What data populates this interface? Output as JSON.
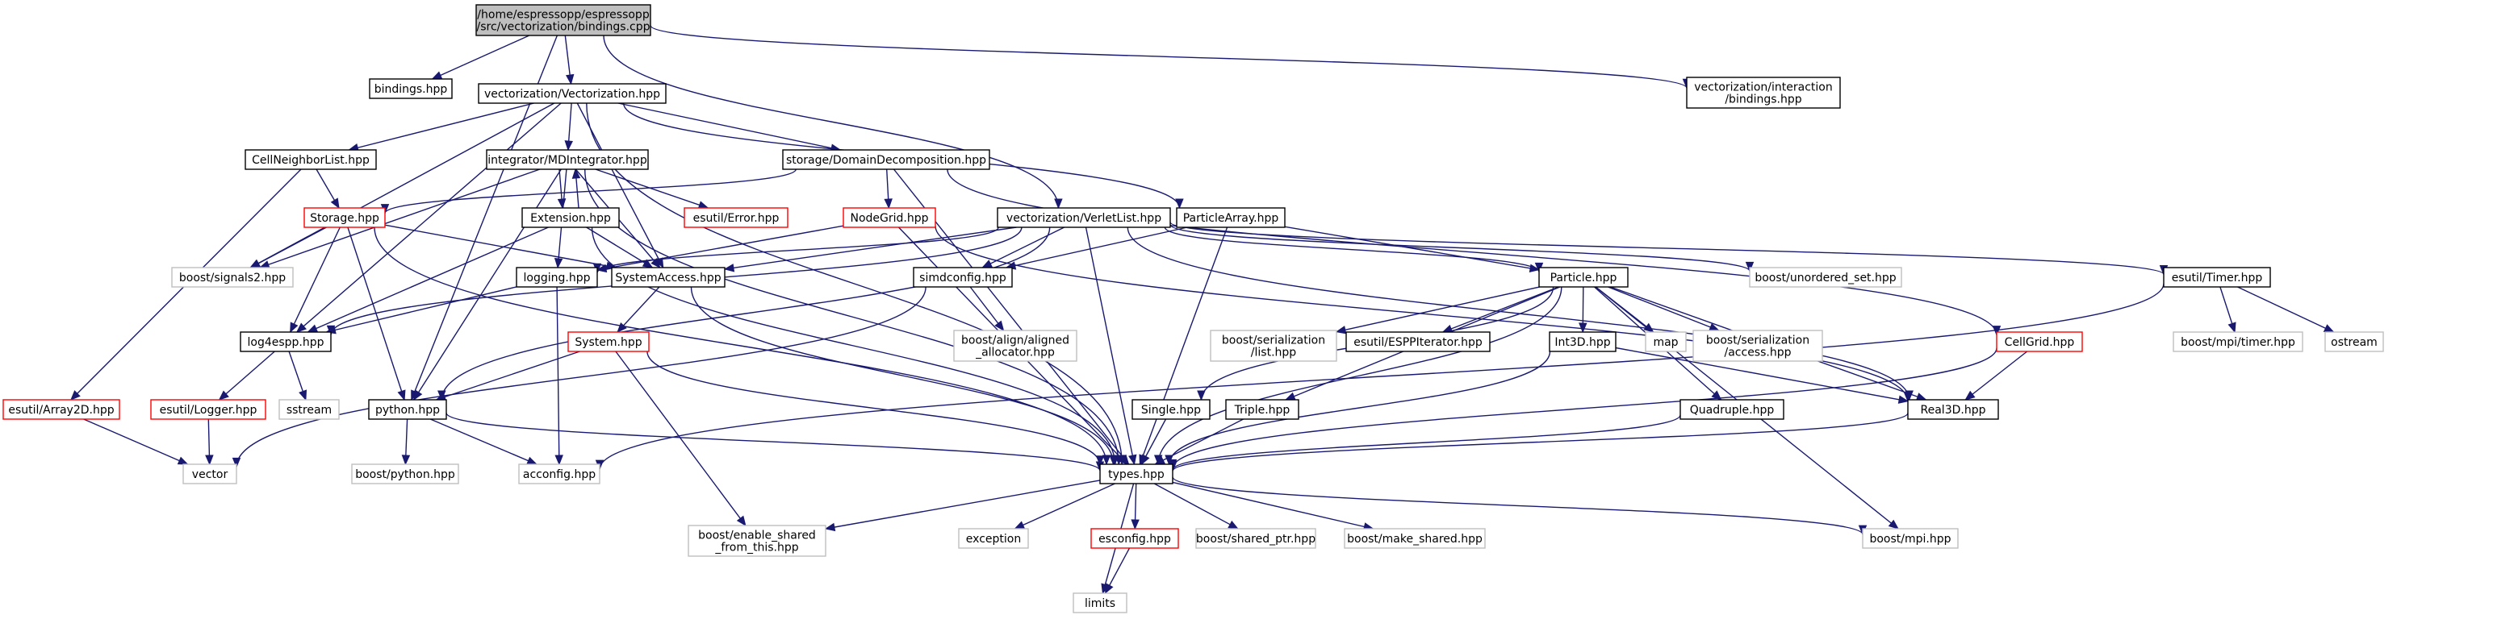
{
  "palette": {
    "root_fill": "#bfbfbf",
    "box_fill": "#ffffff",
    "header_border": "#000000",
    "missing_border": "#bfbfbf",
    "undocumented_border": "#ff0000",
    "edge": "#191970",
    "text": "#000000"
  },
  "nodes": {
    "root": {
      "lines": [
        "/home/espressopp/espressopp",
        "/src/vectorization/bindings.cpp"
      ],
      "style": "root"
    },
    "bindings_hpp": {
      "lines": [
        "bindings.hpp"
      ],
      "style": "header"
    },
    "vectorization_hpp": {
      "lines": [
        "vectorization/Vectorization.hpp"
      ],
      "style": "header"
    },
    "interaction_bindings": {
      "lines": [
        "vectorization/interaction",
        "/bindings.hpp"
      ],
      "style": "header"
    },
    "cellneighborlist": {
      "lines": [
        "CellNeighborList.hpp"
      ],
      "style": "header"
    },
    "mdintegrator": {
      "lines": [
        "integrator/MDIntegrator.hpp"
      ],
      "style": "header"
    },
    "domaindecomposition": {
      "lines": [
        "storage/DomainDecomposition.hpp"
      ],
      "style": "header"
    },
    "storage": {
      "lines": [
        "Storage.hpp"
      ],
      "style": "undocumented"
    },
    "extension": {
      "lines": [
        "Extension.hpp"
      ],
      "style": "header"
    },
    "error": {
      "lines": [
        "esutil/Error.hpp"
      ],
      "style": "undocumented"
    },
    "nodegrid": {
      "lines": [
        "NodeGrid.hpp"
      ],
      "style": "undocumented"
    },
    "verletlist": {
      "lines": [
        "vectorization/VerletList.hpp"
      ],
      "style": "header"
    },
    "particlearray": {
      "lines": [
        "ParticleArray.hpp"
      ],
      "style": "header"
    },
    "signals2": {
      "lines": [
        "boost/signals2.hpp"
      ],
      "style": "missing"
    },
    "logging": {
      "lines": [
        "logging.hpp"
      ],
      "style": "header"
    },
    "systemaccess": {
      "lines": [
        "SystemAccess.hpp"
      ],
      "style": "header"
    },
    "simdconfig": {
      "lines": [
        "simdconfig.hpp"
      ],
      "style": "header"
    },
    "particle": {
      "lines": [
        "Particle.hpp"
      ],
      "style": "header"
    },
    "unordered_set": {
      "lines": [
        "boost/unordered_set.hpp"
      ],
      "style": "missing"
    },
    "timer": {
      "lines": [
        "esutil/Timer.hpp"
      ],
      "style": "header"
    },
    "log4espp": {
      "lines": [
        "log4espp.hpp"
      ],
      "style": "header"
    },
    "system": {
      "lines": [
        "System.hpp"
      ],
      "style": "undocumented"
    },
    "aligned_allocator": {
      "lines": [
        "boost/align/aligned",
        "_allocator.hpp"
      ],
      "style": "missing"
    },
    "serialization_list": {
      "lines": [
        "boost/serialization",
        "/list.hpp"
      ],
      "style": "missing"
    },
    "esppiterator": {
      "lines": [
        "esutil/ESPPIterator.hpp"
      ],
      "style": "header"
    },
    "int3d": {
      "lines": [
        "Int3D.hpp"
      ],
      "style": "header"
    },
    "map": {
      "lines": [
        "map"
      ],
      "style": "missing"
    },
    "serialization_access": {
      "lines": [
        "boost/serialization",
        "/access.hpp"
      ],
      "style": "missing"
    },
    "mpi_timer": {
      "lines": [
        "boost/mpi/timer.hpp"
      ],
      "style": "missing"
    },
    "ostream": {
      "lines": [
        "ostream"
      ],
      "style": "missing"
    },
    "cellgrid": {
      "lines": [
        "CellGrid.hpp"
      ],
      "style": "undocumented"
    },
    "array2d": {
      "lines": [
        "esutil/Array2D.hpp"
      ],
      "style": "undocumented"
    },
    "logger": {
      "lines": [
        "esutil/Logger.hpp"
      ],
      "style": "undocumented"
    },
    "sstream": {
      "lines": [
        "sstream"
      ],
      "style": "missing"
    },
    "python_hpp": {
      "lines": [
        "python.hpp"
      ],
      "style": "header"
    },
    "single": {
      "lines": [
        "Single.hpp"
      ],
      "style": "header"
    },
    "triple": {
      "lines": [
        "Triple.hpp"
      ],
      "style": "header"
    },
    "quadruple": {
      "lines": [
        "Quadruple.hpp"
      ],
      "style": "header"
    },
    "real3d": {
      "lines": [
        "Real3D.hpp"
      ],
      "style": "header"
    },
    "vector": {
      "lines": [
        "vector"
      ],
      "style": "missing"
    },
    "boost_python": {
      "lines": [
        "boost/python.hpp"
      ],
      "style": "missing"
    },
    "acconfig": {
      "lines": [
        "acconfig.hpp"
      ],
      "style": "missing"
    },
    "types": {
      "lines": [
        "types.hpp"
      ],
      "style": "header"
    },
    "enable_shared": {
      "lines": [
        "boost/enable_shared",
        "_from_this.hpp"
      ],
      "style": "missing"
    },
    "exception": {
      "lines": [
        "exception"
      ],
      "style": "missing"
    },
    "esconfig": {
      "lines": [
        "esconfig.hpp"
      ],
      "style": "undocumented"
    },
    "shared_ptr": {
      "lines": [
        "boost/shared_ptr.hpp"
      ],
      "style": "missing"
    },
    "make_shared": {
      "lines": [
        "boost/make_shared.hpp"
      ],
      "style": "missing"
    },
    "boost_mpi": {
      "lines": [
        "boost/mpi.hpp"
      ],
      "style": "missing"
    },
    "limits": {
      "lines": [
        "limits"
      ],
      "style": "missing"
    }
  },
  "edges": [
    [
      "root",
      "bindings_hpp"
    ],
    [
      "root",
      "vectorization_hpp"
    ],
    [
      "root",
      "interaction_bindings"
    ],
    [
      "root",
      "verletlist"
    ],
    [
      "root",
      "python_hpp"
    ],
    [
      "vectorization_hpp",
      "cellneighborlist"
    ],
    [
      "vectorization_hpp",
      "mdintegrator"
    ],
    [
      "vectorization_hpp",
      "domaindecomposition"
    ],
    [
      "vectorization_hpp",
      "particlearray"
    ],
    [
      "vectorization_hpp",
      "signals2"
    ],
    [
      "vectorization_hpp",
      "systemaccess"
    ],
    [
      "vectorization_hpp",
      "log4espp"
    ],
    [
      "vectorization_hpp",
      "types"
    ],
    [
      "cellneighborlist",
      "storage"
    ],
    [
      "cellneighborlist",
      "array2d"
    ],
    [
      "mdintegrator",
      "extension"
    ],
    [
      "mdintegrator",
      "error"
    ],
    [
      "mdintegrator",
      "signals2"
    ],
    [
      "mdintegrator",
      "logging"
    ],
    [
      "mdintegrator",
      "systemaccess"
    ],
    [
      "mdintegrator",
      "python_hpp"
    ],
    [
      "mdintegrator",
      "types"
    ],
    [
      "extension",
      "mdintegrator"
    ],
    [
      "extension",
      "systemaccess"
    ],
    [
      "extension",
      "log4espp"
    ],
    [
      "extension",
      "types"
    ],
    [
      "domaindecomposition",
      "storage"
    ],
    [
      "domaindecomposition",
      "nodegrid"
    ],
    [
      "domaindecomposition",
      "cellgrid"
    ],
    [
      "domaindecomposition",
      "types"
    ],
    [
      "storage",
      "signals2"
    ],
    [
      "storage",
      "systemaccess"
    ],
    [
      "storage",
      "log4espp"
    ],
    [
      "storage",
      "python_hpp"
    ],
    [
      "storage",
      "types"
    ],
    [
      "nodegrid",
      "logging"
    ],
    [
      "nodegrid",
      "real3d"
    ],
    [
      "nodegrid",
      "types"
    ],
    [
      "verletlist",
      "systemaccess"
    ],
    [
      "verletlist",
      "logging"
    ],
    [
      "verletlist",
      "log4espp"
    ],
    [
      "verletlist",
      "python_hpp"
    ],
    [
      "verletlist",
      "simdconfig"
    ],
    [
      "verletlist",
      "unordered_set"
    ],
    [
      "verletlist",
      "timer"
    ],
    [
      "verletlist",
      "particle"
    ],
    [
      "verletlist",
      "real3d"
    ],
    [
      "verletlist",
      "types"
    ],
    [
      "particlearray",
      "simdconfig"
    ],
    [
      "particlearray",
      "particle"
    ],
    [
      "particlearray",
      "types"
    ],
    [
      "logging",
      "log4espp"
    ],
    [
      "logging",
      "acconfig"
    ],
    [
      "systemaccess",
      "system"
    ],
    [
      "systemaccess",
      "types"
    ],
    [
      "simdconfig",
      "aligned_allocator"
    ],
    [
      "simdconfig",
      "vector"
    ],
    [
      "particle",
      "serialization_list"
    ],
    [
      "particle",
      "esppiterator"
    ],
    [
      "particle",
      "int3d"
    ],
    [
      "particle",
      "map"
    ],
    [
      "particle",
      "serialization_access"
    ],
    [
      "particle",
      "single"
    ],
    [
      "particle",
      "triple"
    ],
    [
      "particle",
      "quadruple"
    ],
    [
      "particle",
      "real3d"
    ],
    [
      "particle",
      "types"
    ],
    [
      "particle",
      "boost_mpi"
    ],
    [
      "timer",
      "mpi_timer"
    ],
    [
      "timer",
      "ostream"
    ],
    [
      "timer",
      "acconfig"
    ],
    [
      "log4espp",
      "logger"
    ],
    [
      "log4espp",
      "sstream"
    ],
    [
      "logger",
      "vector"
    ],
    [
      "array2d",
      "vector"
    ],
    [
      "system",
      "python_hpp"
    ],
    [
      "system",
      "types"
    ],
    [
      "system",
      "enable_shared"
    ],
    [
      "int3d",
      "real3d"
    ],
    [
      "int3d",
      "types"
    ],
    [
      "cellgrid",
      "real3d"
    ],
    [
      "cellgrid",
      "types"
    ],
    [
      "python_hpp",
      "boost_python"
    ],
    [
      "python_hpp",
      "acconfig"
    ],
    [
      "python_hpp",
      "types"
    ],
    [
      "single",
      "types"
    ],
    [
      "triple",
      "types"
    ],
    [
      "quadruple",
      "types"
    ],
    [
      "real3d",
      "types"
    ],
    [
      "types",
      "enable_shared"
    ],
    [
      "types",
      "exception"
    ],
    [
      "types",
      "esconfig"
    ],
    [
      "types",
      "shared_ptr"
    ],
    [
      "types",
      "make_shared"
    ],
    [
      "types",
      "boost_mpi"
    ],
    [
      "types",
      "limits"
    ],
    [
      "esconfig",
      "limits"
    ]
  ]
}
